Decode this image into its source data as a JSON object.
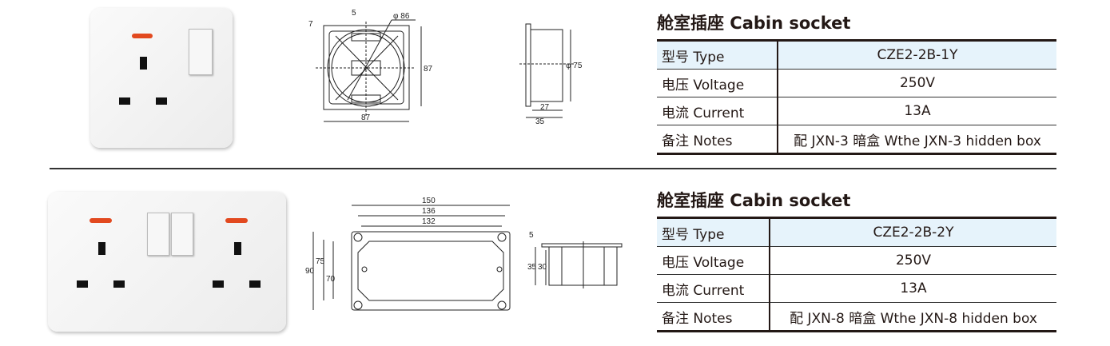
{
  "products": [
    {
      "title": "舱室插座 Cabin socket",
      "rows": [
        {
          "label": "型号 Type",
          "value": "CZE2-2B-1Y"
        },
        {
          "label": "电压 Voltage",
          "value": "250V"
        },
        {
          "label": "电流 Current",
          "value": "13A"
        },
        {
          "label": "备注 Notes",
          "value": "配 JXN-3 暗盒 Wthe JXN-3 hidden box"
        }
      ],
      "dims": {
        "d1": "7",
        "d2": "5",
        "d3": "φ 86",
        "d4": "87",
        "d5": "87",
        "d6": "φ 75",
        "d7": "27",
        "d8": "35"
      }
    },
    {
      "title": "舱室插座 Cabin socket",
      "rows": [
        {
          "label": "型号 Type",
          "value": "CZE2-2B-2Y"
        },
        {
          "label": "电压 Voltage",
          "value": "250V"
        },
        {
          "label": "电流 Current",
          "value": "13A"
        },
        {
          "label": "备注 Notes",
          "value": "配 JXN-8 暗盒 Wthe JXN-8 hidden box"
        }
      ],
      "dims": {
        "d1": "150",
        "d2": "136",
        "d3": "132",
        "d4": "90",
        "d5": "75",
        "d6": "70",
        "d7": "5",
        "d8": "35",
        "d9": "30"
      }
    }
  ]
}
